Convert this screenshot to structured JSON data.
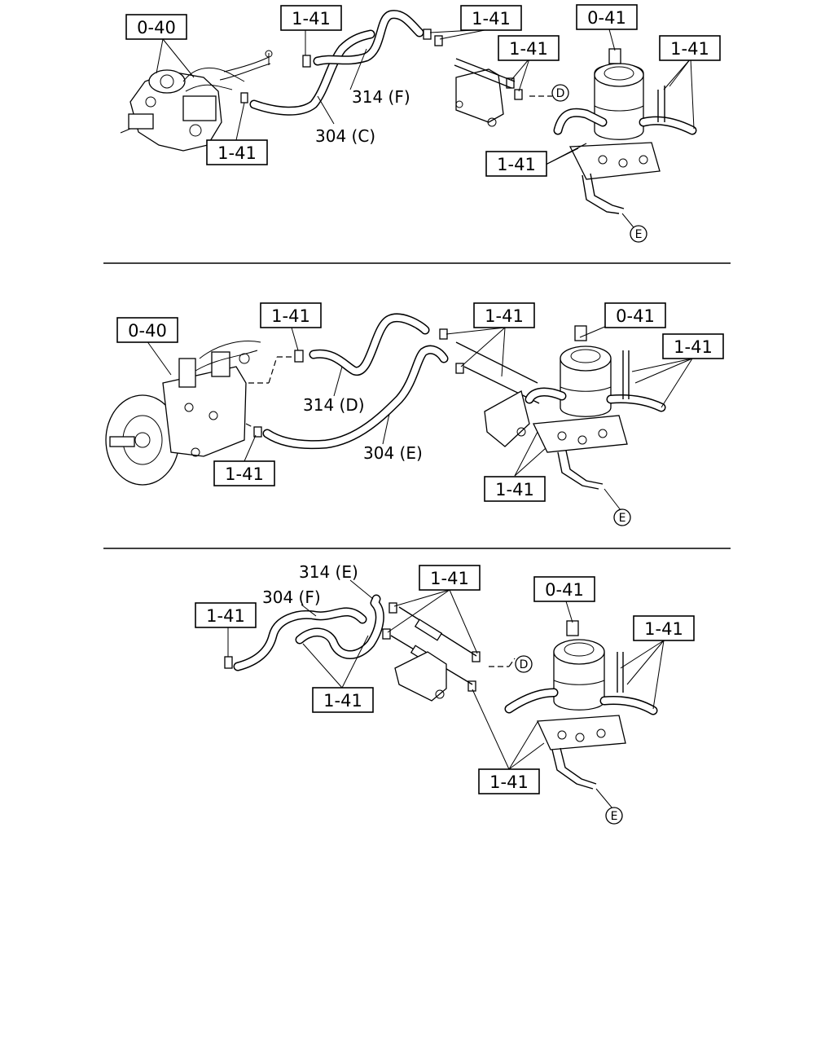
{
  "panels": [
    {
      "labels": {
        "pump_ref": "0-40",
        "filter_ref": "0-41",
        "clip_top_a": "1-41",
        "clip_top_b": "1-41",
        "clip_top_c": "1-41",
        "clip_right": "1-41",
        "clip_left_bottom": "1-41",
        "clip_bottom": "1-41",
        "hose_return": "314 (F)",
        "hose_feed": "304 (C)",
        "conn_d": "D",
        "conn_e": "E"
      }
    },
    {
      "labels": {
        "pump_ref": "0-40",
        "filter_ref": "0-41",
        "clip_top_a": "1-41",
        "clip_top_b": "1-41",
        "clip_right": "1-41",
        "clip_left_bottom": "1-41",
        "clip_bottom": "1-41",
        "hose_return": "314 (D)",
        "hose_feed": "304 (E)",
        "conn_e": "E"
      }
    },
    {
      "labels": {
        "filter_ref": "0-41",
        "clip_left": "1-41",
        "clip_top": "1-41",
        "clip_right": "1-41",
        "clip_mid_bottom": "1-41",
        "clip_bottom": "1-41",
        "hose_return": "314 (E)",
        "hose_feed": "304 (F)",
        "conn_d": "D",
        "conn_e": "E"
      }
    }
  ]
}
